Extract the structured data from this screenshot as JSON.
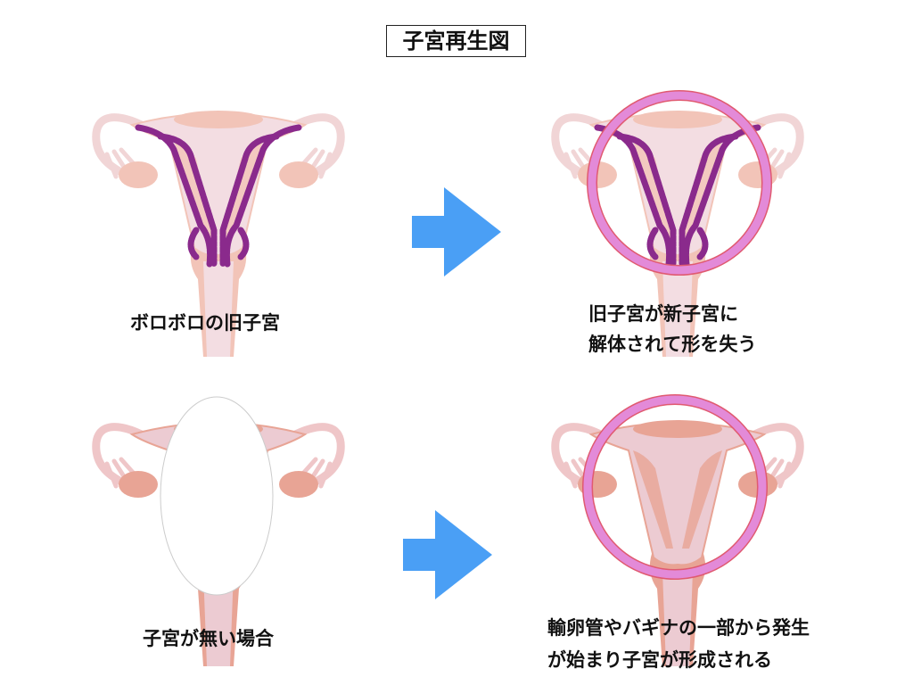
{
  "title": "子宮再生図",
  "panels": {
    "old_uterus": {
      "label": "ボロボロの旧子宮"
    },
    "dissolving": {
      "label_line1": "旧子宮が新子宮に",
      "label_line2": "解体されて形を失う"
    },
    "no_uterus": {
      "label": "子宮が無い場合"
    },
    "regenerated": {
      "label_line1": "輸卵管やバギナの一部から発生",
      "label_line2": "が始まり子宮が形成される"
    }
  },
  "colors": {
    "arrow": "#4a9ff5",
    "damage": "#8a2a8c",
    "circle": "#e38ad8",
    "light_body": "#f3dde2",
    "light_tissue": "#f2c4b8",
    "deep_tissue": "#e8a495"
  }
}
